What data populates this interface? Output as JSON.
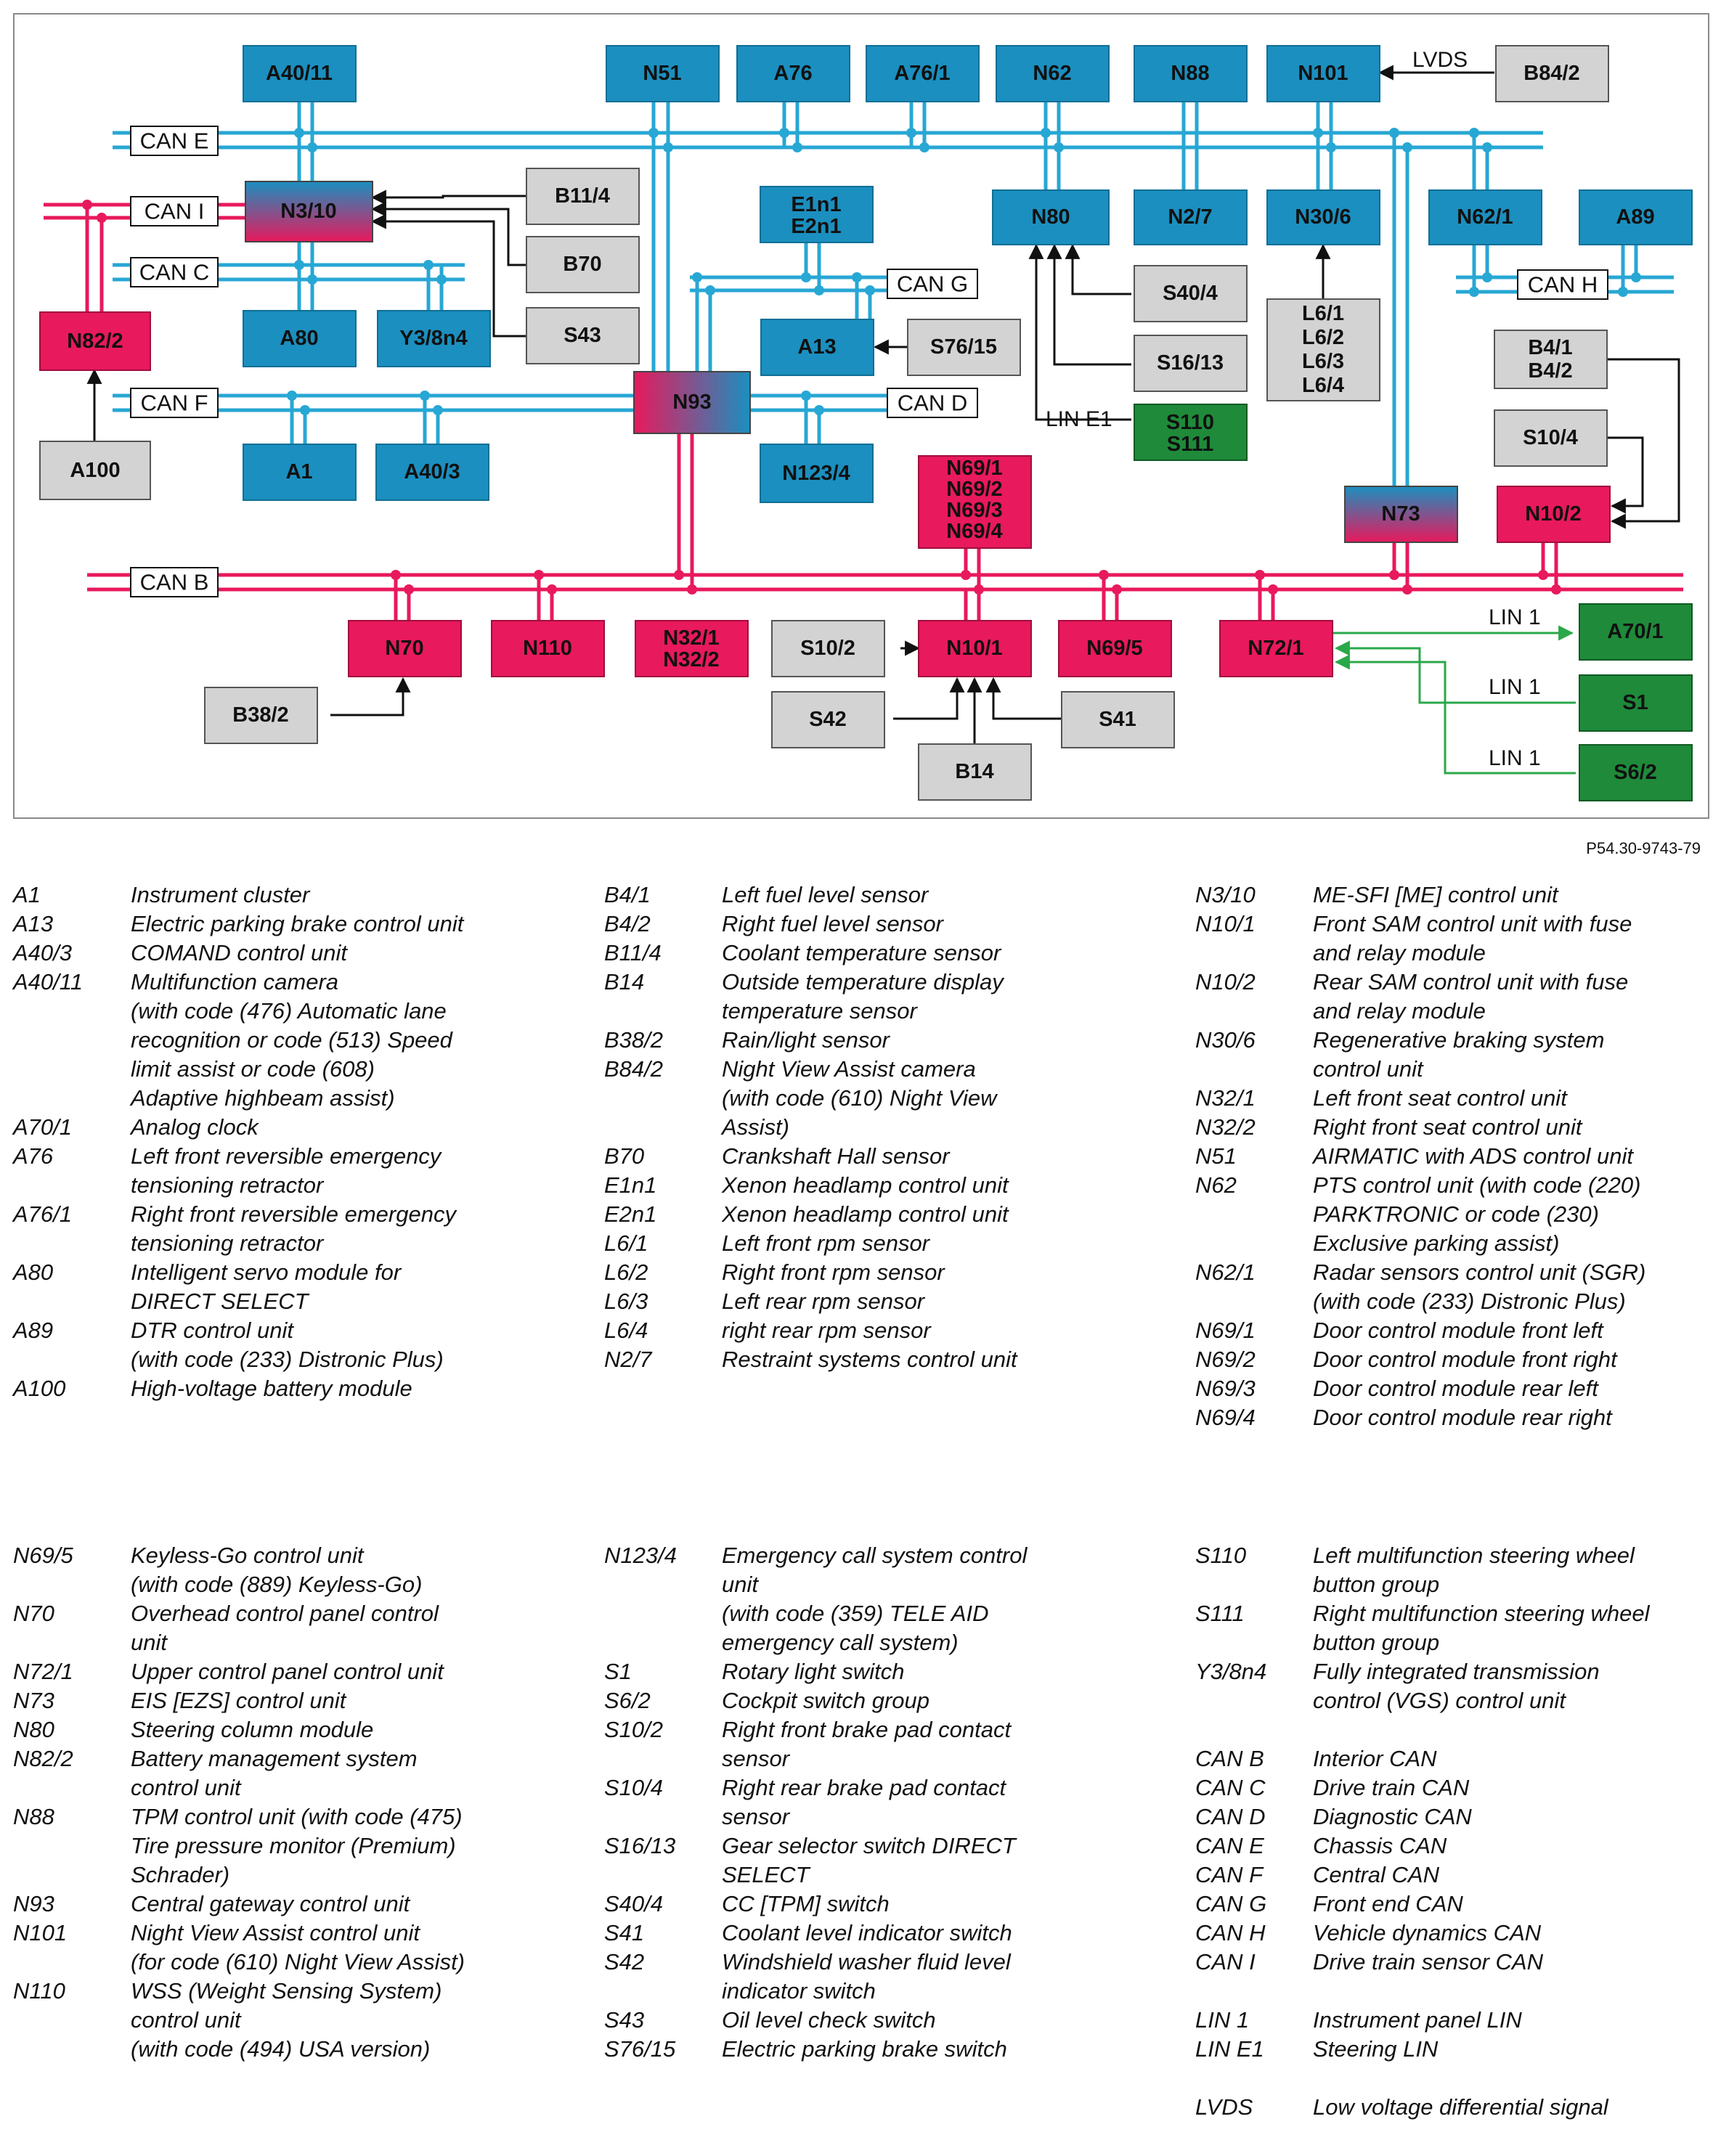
{
  "diagram": {
    "colors": {
      "ecu": "#1b8fbf",
      "ecu_red": "#e8195c",
      "sensor": "#d3d3d3",
      "switch_green": "#1f8a3a",
      "bus_blue": "#27a7d4",
      "bus_red": "#e8195c",
      "lin_green": "#2aa84a",
      "frame": "#8a8a8a"
    },
    "buses": {
      "can_e": "CAN E",
      "can_i": "CAN I",
      "can_c": "CAN C",
      "can_f": "CAN F",
      "can_b": "CAN B",
      "can_g": "CAN G",
      "can_d": "CAN D",
      "can_h": "CAN H"
    },
    "wire_labels": {
      "lvds": "LVDS",
      "lin_e1": "LIN E1",
      "lin1_a": "LIN 1",
      "lin1_b": "LIN 1",
      "lin1_c": "LIN 1"
    },
    "boxes": {
      "a40_11": "A40/11",
      "n51": "N51",
      "a76": "A76",
      "a76_1": "A76/1",
      "n62": "N62",
      "n88": "N88",
      "n101": "N101",
      "b84_2": "B84/2",
      "n3_10": "N3/10",
      "b11_4": "B11/4",
      "b70": "B70",
      "s43": "S43",
      "n82_2": "N82/2",
      "a80": "A80",
      "y3_8n4": "Y3/8n4",
      "e1n1": "E1n1",
      "e2n1": "E2n1",
      "a13": "A13",
      "s76_15": "S76/15",
      "n80": "N80",
      "n2_7": "N2/7",
      "n30_6": "N30/6",
      "n62_1": "N62/1",
      "a89": "A89",
      "s40_4": "S40/4",
      "s16_13": "S16/13",
      "l6_1": "L6/1",
      "l6_2": "L6/2",
      "l6_3": "L6/3",
      "l6_4": "L6/4",
      "b4_1": "B4/1",
      "b4_2": "B4/2",
      "s10_4": "S10/4",
      "a100": "A100",
      "n93": "N93",
      "a1": "A1",
      "a40_3": "A40/3",
      "n123_4": "N123/4",
      "s110": "S110",
      "s111": "S111",
      "n69_1": "N69/1",
      "n69_2": "N69/2",
      "n69_3": "N69/3",
      "n69_4": "N69/4",
      "n73": "N73",
      "n10_2": "N10/2",
      "n70": "N70",
      "n110": "N110",
      "n32_1": "N32/1",
      "n32_2": "N32/2",
      "s10_2": "S10/2",
      "n10_1": "N10/1",
      "n69_5": "N69/5",
      "n72_1": "N72/1",
      "a70_1": "A70/1",
      "s1": "S1",
      "s6_2": "S6/2",
      "b38_2": "B38/2",
      "s42": "S42",
      "s41": "S41",
      "b14": "B14"
    }
  },
  "figure_ref": "P54.30-9743-79",
  "legend": {
    "top": [
      [
        {
          "code": "A1",
          "desc": "Instrument cluster"
        },
        {
          "code": "A13",
          "desc": "Electric parking brake control unit"
        },
        {
          "code": "A40/3",
          "desc": "COMAND control unit"
        },
        {
          "code": "A40/11",
          "desc": "Multifunction camera\n(with code (476) Automatic lane\nrecognition or code (513) Speed\nlimit assist or code (608)\nAdaptive highbeam assist)"
        },
        {
          "code": "A70/1",
          "desc": "Analog clock"
        },
        {
          "code": "A76",
          "desc": "Left front reversible emergency\ntensioning retractor"
        },
        {
          "code": "A76/1",
          "desc": "Right front reversible emergency\ntensioning retractor"
        },
        {
          "code": "A80",
          "desc": "Intelligent servo module for\nDIRECT SELECT"
        },
        {
          "code": "A89",
          "desc": "DTR control unit\n(with code (233) Distronic Plus)"
        },
        {
          "code": "A100",
          "desc": "High-voltage battery module"
        }
      ],
      [
        {
          "code": "B4/1",
          "desc": "Left fuel level sensor"
        },
        {
          "code": "B4/2",
          "desc": "Right fuel level sensor"
        },
        {
          "code": "B11/4",
          "desc": "Coolant temperature sensor"
        },
        {
          "code": "B14",
          "desc": "Outside temperature display\ntemperature sensor"
        },
        {
          "code": "B38/2",
          "desc": "Rain/light sensor"
        },
        {
          "code": "B84/2",
          "desc": "Night View Assist camera\n(with code (610) Night View\nAssist)"
        },
        {
          "code": "B70",
          "desc": "Crankshaft Hall sensor"
        },
        {
          "code": "E1n1",
          "desc": "Xenon headlamp control unit"
        },
        {
          "code": "E2n1",
          "desc": "Xenon headlamp control unit"
        },
        {
          "code": "L6/1",
          "desc": "Left front rpm sensor"
        },
        {
          "code": "L6/2",
          "desc": "Right front rpm sensor"
        },
        {
          "code": "L6/3",
          "desc": "Left rear rpm sensor"
        },
        {
          "code": "L6/4",
          "desc": "right rear rpm sensor"
        },
        {
          "code": "N2/7",
          "desc": "Restraint systems control unit"
        }
      ],
      [
        {
          "code": "N3/10",
          "desc": "ME-SFI [ME] control unit"
        },
        {
          "code": "N10/1",
          "desc": "Front SAM control unit with fuse\nand relay module"
        },
        {
          "code": "N10/2",
          "desc": "Rear SAM control unit with fuse\nand relay module"
        },
        {
          "code": "N30/6",
          "desc": "Regenerative braking system\ncontrol unit"
        },
        {
          "code": "N32/1",
          "desc": "Left front seat control unit"
        },
        {
          "code": "N32/2",
          "desc": "Right front seat control unit"
        },
        {
          "code": "N51",
          "desc": "AIRMATIC with ADS control unit"
        },
        {
          "code": "N62",
          "desc": "PTS control unit (with code (220)\nPARKTRONIC or code (230)\nExclusive parking assist)"
        },
        {
          "code": "N62/1",
          "desc": "Radar sensors control unit (SGR)\n(with code (233) Distronic Plus)"
        },
        {
          "code": "N69/1",
          "desc": "Door control module front left"
        },
        {
          "code": "N69/2",
          "desc": "Door control module front right"
        },
        {
          "code": "N69/3",
          "desc": "Door control module rear left"
        },
        {
          "code": "N69/4",
          "desc": "Door control module rear right"
        }
      ]
    ],
    "bottom": [
      [
        {
          "code": "N69/5",
          "desc": "Keyless-Go control unit\n(with code (889) Keyless-Go)"
        },
        {
          "code": "N70",
          "desc": "Overhead control panel control\nunit"
        },
        {
          "code": "N72/1",
          "desc": "Upper control panel control unit"
        },
        {
          "code": "N73",
          "desc": "EIS [EZS] control unit"
        },
        {
          "code": "N80",
          "desc": "Steering column module"
        },
        {
          "code": "N82/2",
          "desc": "Battery management system\ncontrol unit"
        },
        {
          "code": "N88",
          "desc": "TPM control unit (with code (475)\nTire pressure monitor (Premium)\nSchrader)"
        },
        {
          "code": "N93",
          "desc": "Central gateway control unit"
        },
        {
          "code": "N101",
          "desc": "Night View Assist control unit\n(for code (610) Night View Assist)"
        },
        {
          "code": "N110",
          "desc": "WSS (Weight Sensing System)\ncontrol unit\n(with code (494) USA version)"
        }
      ],
      [
        {
          "code": "N123/4",
          "desc": "Emergency call system control\nunit\n(with code (359) TELE AID\nemergency call system)"
        },
        {
          "code": "S1",
          "desc": "Rotary light switch"
        },
        {
          "code": "S6/2",
          "desc": "Cockpit switch group"
        },
        {
          "code": "S10/2",
          "desc": "Right front brake pad contact\nsensor"
        },
        {
          "code": "S10/4",
          "desc": "Right rear brake pad contact\nsensor"
        },
        {
          "code": "S16/13",
          "desc": "Gear selector switch DIRECT\nSELECT"
        },
        {
          "code": "S40/4",
          "desc": "CC [TPM] switch"
        },
        {
          "code": "S41",
          "desc": "Coolant level indicator switch"
        },
        {
          "code": "S42",
          "desc": "Windshield washer fluid level\nindicator switch"
        },
        {
          "code": "S43",
          "desc": "Oil level check switch"
        },
        {
          "code": "S76/15",
          "desc": "Electric parking brake switch"
        }
      ],
      [
        {
          "code": "S110",
          "desc": "Left multifunction steering wheel\nbutton group"
        },
        {
          "code": "S111",
          "desc": "Right multifunction steering wheel\nbutton group"
        },
        {
          "code": "Y3/8n4",
          "desc": "Fully integrated transmission\ncontrol (VGS) control unit"
        },
        {
          "gap": true
        },
        {
          "code": "CAN B",
          "desc": "Interior CAN"
        },
        {
          "code": "CAN C",
          "desc": "Drive train CAN"
        },
        {
          "code": "CAN D",
          "desc": "Diagnostic CAN"
        },
        {
          "code": "CAN E",
          "desc": "Chassis CAN"
        },
        {
          "code": "CAN F",
          "desc": "Central CAN"
        },
        {
          "code": "CAN G",
          "desc": "Front end CAN"
        },
        {
          "code": "CAN H",
          "desc": "Vehicle dynamics CAN"
        },
        {
          "code": "CAN I",
          "desc": "Drive train sensor CAN"
        },
        {
          "gap": true
        },
        {
          "code": "LIN 1",
          "desc": "Instrument panel LIN"
        },
        {
          "code": "LIN E1",
          "desc": "Steering LIN"
        },
        {
          "gap": true
        },
        {
          "code": "LVDS",
          "desc": "Low voltage differential signal"
        }
      ]
    ]
  }
}
